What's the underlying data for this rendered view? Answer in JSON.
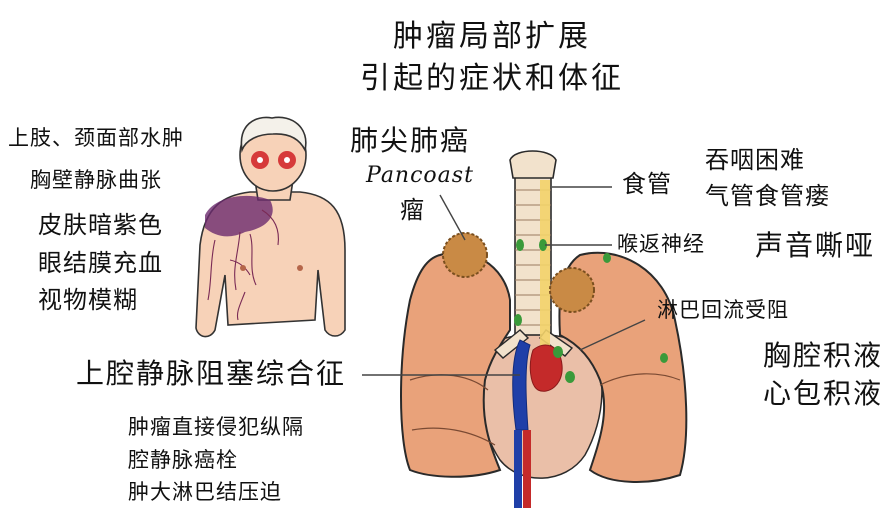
{
  "title": {
    "line1": "肿瘤局部扩展",
    "line2": "引起的症状和体征"
  },
  "left_symptoms": [
    "上肢、颈面部水肿",
    "胸壁静脉曲张",
    "皮肤暗紫色",
    "眼结膜充血",
    "视物模糊"
  ],
  "pancoast": {
    "label_cn": "肺尖肺癌",
    "label_en": "Pancoast",
    "label_suffix": "瘤"
  },
  "esophagus": {
    "label": "食管",
    "symptom_line1": "吞咽困难",
    "symptom_line2": "气管食管瘘"
  },
  "nerve": {
    "label": "喉返神经",
    "symptom": "声音嘶哑"
  },
  "lymph": {
    "label": "淋巴回流受阻",
    "symptom_line1": "胸腔积液",
    "symptom_line2": "心包积液"
  },
  "svc": {
    "label": "上腔静脉阻塞综合征"
  },
  "causes": [
    "肿瘤直接侵犯纵隔",
    "腔静脉癌栓",
    "肿大淋巴结压迫"
  ],
  "colors": {
    "lung_fill": "#e9a27a",
    "lung_stroke": "#2a2a2a",
    "trachea": "#f2e2cc",
    "tumor": "#c98a45",
    "lymph_node": "#3a9a3a",
    "vein": "#1f3fa8",
    "artery": "#c42a2a",
    "esophagus": "#f3d36a",
    "skin": "#f7d2b8",
    "bruise": "#6b2a6e",
    "eye": "#d63a3a"
  }
}
